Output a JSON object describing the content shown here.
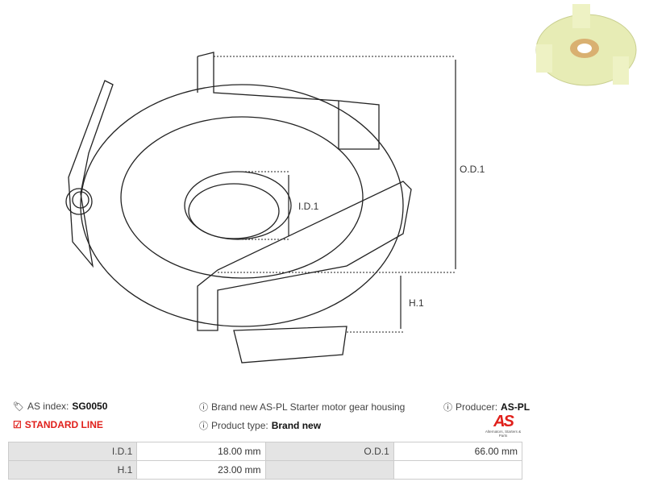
{
  "drawing": {
    "labels": {
      "od": "O.D.1",
      "id": "I.D.1",
      "h": "H.1"
    }
  },
  "info": {
    "index_label": "AS index:",
    "index_value": "SG0050",
    "line": "STANDARD LINE",
    "description": "Brand new AS-PL Starter motor gear housing",
    "type_label": "Product type:",
    "type_value": "Brand new",
    "producer_label": "Producer:",
    "producer_value": "AS-PL"
  },
  "logo": {
    "mark": "AS",
    "tagline": "Alternators, Starters & Parts",
    "color": "#e0201b"
  },
  "table": {
    "rows": [
      [
        "I.D.1",
        "18.00 mm",
        "O.D.1",
        "66.00 mm"
      ],
      [
        "H.1",
        "23.00 mm",
        "",
        ""
      ]
    ]
  },
  "icons": {
    "tag": "tags-icon",
    "check": "check-square-icon",
    "info": "info-circle-icon"
  }
}
